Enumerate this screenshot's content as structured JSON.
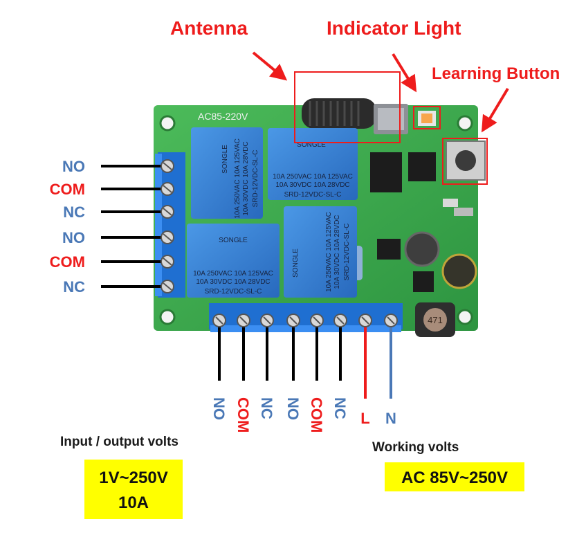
{
  "callouts": {
    "antenna": "Antenna",
    "indicator": "Indicator Light",
    "learning": "Learning Button"
  },
  "left_terminals": [
    "NO",
    "COM",
    "NC",
    "NO",
    "COM",
    "NC"
  ],
  "bottom_terminals": [
    "NO",
    "COM",
    "NC",
    "NO",
    "COM",
    "NC",
    "L",
    "N"
  ],
  "board": {
    "silkscreen": "AC85-220V",
    "inductor": "471"
  },
  "relay": {
    "brand": "SONGLE",
    "line1": "10A 250VAC 10A 125VAC",
    "line2": "10A 30VDC 10A 28VDC",
    "model": "SRD-12VDC-SL-C"
  },
  "io_volts": {
    "title": "Input / output volts",
    "line1": "1V~250V",
    "line2": "10A"
  },
  "working_volts": {
    "title": "Working volts",
    "value": "AC 85V~250V"
  },
  "colors": {
    "red": "#ee1c1c",
    "blue": "#4a78b6",
    "relay_blue": "#2e7ccf",
    "pcb_green": "#3aa84a",
    "terminal_blue": "#1f6fd1",
    "highlight_yellow": "#ffff00"
  }
}
